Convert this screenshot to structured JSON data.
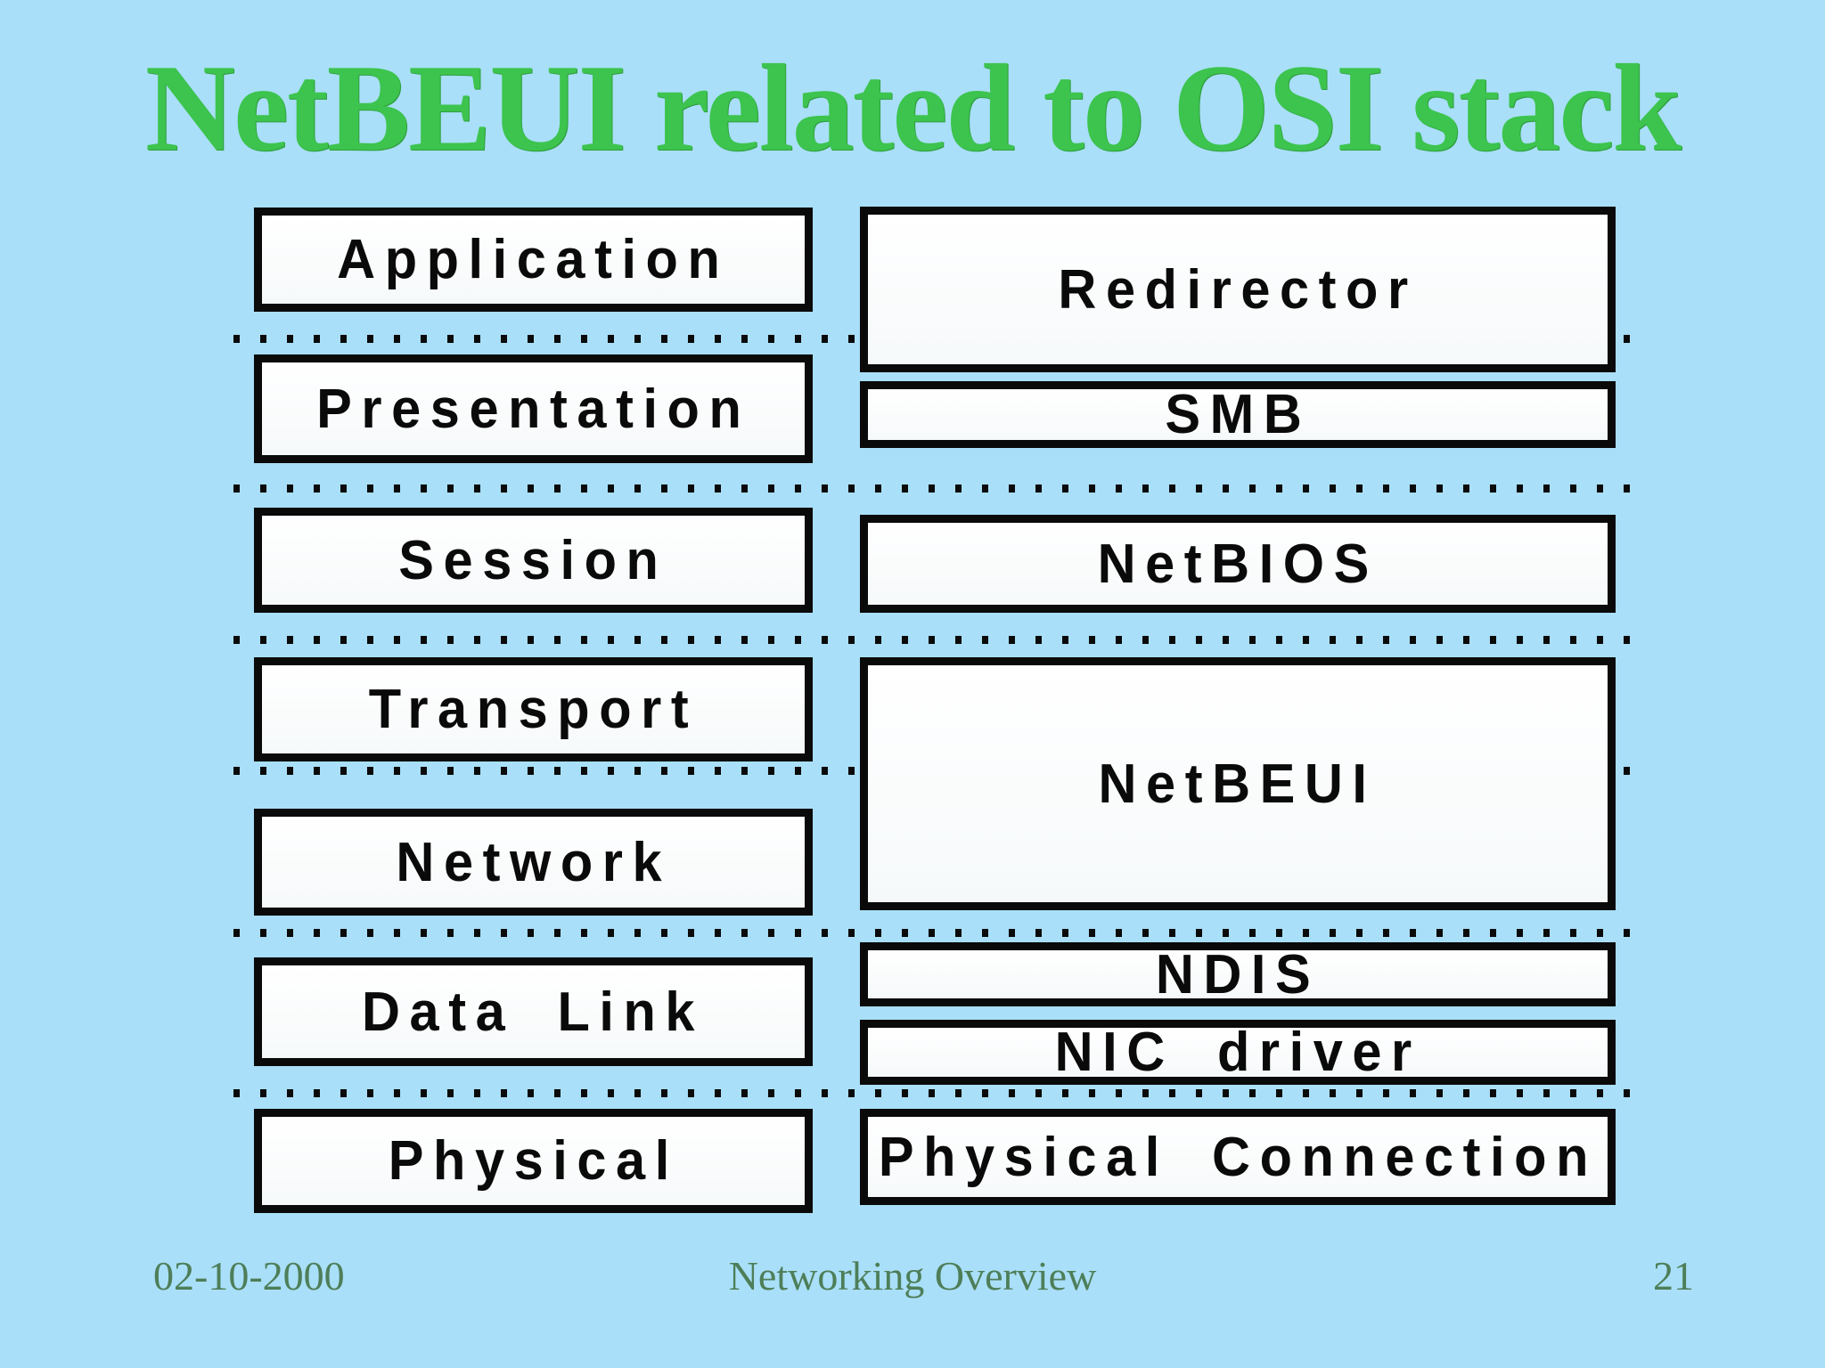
{
  "slide": {
    "title": "NetBEUI related to OSI stack",
    "colors": {
      "background": "#A9DFF8",
      "title_green": "#3CC44E",
      "footer_green": "#4E7E58",
      "box_border": "#0a0a0a",
      "box_fill": "#FFFFFF",
      "text": "#0a0a0a"
    }
  },
  "osi_stack": {
    "items": [
      {
        "label": "Application"
      },
      {
        "label": "Presentation"
      },
      {
        "label": "Session"
      },
      {
        "label": "Transport"
      },
      {
        "label": "Network"
      },
      {
        "label": "Data Link"
      },
      {
        "label": "Physical"
      }
    ]
  },
  "netbeui_stack": {
    "items": [
      {
        "label": "Redirector"
      },
      {
        "label": "SMB"
      },
      {
        "label": "NetBIOS"
      },
      {
        "label": "NetBEUI"
      },
      {
        "label": "NDIS"
      },
      {
        "label": "NIC driver"
      },
      {
        "label": "Physical Connection"
      }
    ]
  },
  "footer": {
    "date": "02-10-2000",
    "title": "Networking Overview",
    "page_number": "21"
  }
}
